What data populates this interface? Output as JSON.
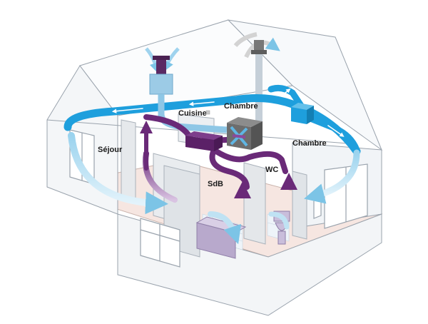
{
  "rooms": {
    "kitchen": "Cuisine",
    "bedroom_center": "Chambre",
    "bedroom_right": "Chambre",
    "living": "Séjour",
    "bathroom": "SdB",
    "toilet": "WC"
  },
  "colors": {
    "fresh_air_duct": "#1e9fdd",
    "extract_duct": "#6a2a78",
    "heat_exchanger": "#6d6d6d",
    "outline": "#9aa3ad",
    "floor": "#f6e6e1"
  },
  "icons": [
    "fresh-air-intake-icon",
    "exhaust-outlet-icon",
    "heat-recovery-unit-icon",
    "distribution-box-icon"
  ]
}
